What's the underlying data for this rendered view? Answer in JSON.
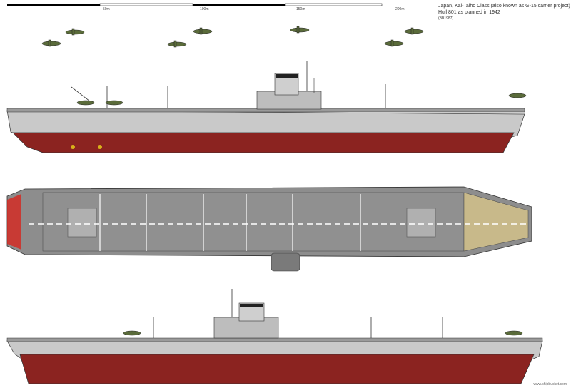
{
  "caption": {
    "line1": "Japan, Kai-Taiho Class (also known as G-15 carrier project)",
    "line2": "Hull 801 as planned in 1942",
    "line3": "(BB1987)"
  },
  "scale": {
    "labels": [
      "50m",
      "100m",
      "150m",
      "200m"
    ]
  },
  "credit": "www.shipbucket.com",
  "colors": {
    "hull_gray": "#c9c9c9",
    "deck_gray": "#8d8d8d",
    "red_hull": "#8b2320",
    "dark_outline": "#333333",
    "deck_wood": "#c8b98a",
    "warning_red": "#d7261e"
  }
}
